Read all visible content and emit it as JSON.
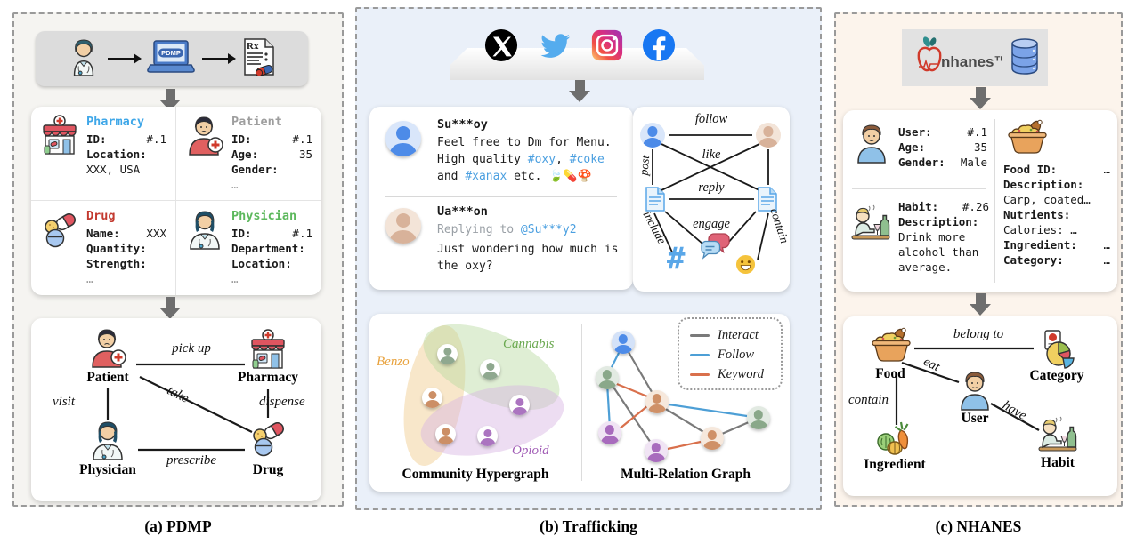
{
  "colors": {
    "panel_a_bg": "#f5f4f1",
    "panel_b_bg": "#eaf0f9",
    "panel_c_bg": "#fcf4ec",
    "pharmacy_title": "#3fa7e8",
    "patient_title": "#9e9e9e",
    "drug_title": "#c3392f",
    "physician_title": "#5cb85c",
    "hashtag_blue": "#4a9fe0",
    "benzo": "#e8a23d",
    "cannabis": "#6aa84f",
    "opioid": "#a05bb5",
    "interact": "#7a7a7a",
    "follow": "#4d9fd6",
    "keyword": "#d9704c"
  },
  "captions": {
    "a": "(a) PDMP",
    "b": "(b) Trafficking",
    "c": "(c) NHANES"
  },
  "panel_a": {
    "pipeline": {
      "icons": [
        "doctor-icon",
        "arrow-right-icon",
        "pdmp-laptop-icon",
        "arrow-right-icon",
        "prescription-icon"
      ],
      "laptop_label": "PDMP",
      "rx_label": "Rx"
    },
    "entities": [
      {
        "title": "Pharmacy",
        "color": "#3fa7e8",
        "icon": "pharmacy-icon",
        "rows": [
          {
            "k": "ID:",
            "v": "#.1"
          },
          {
            "k": "Location:",
            "v": ""
          },
          {
            "k": "",
            "v": "XXX, USA"
          }
        ]
      },
      {
        "title": "Patient",
        "color": "#9e9e9e",
        "icon": "patient-icon",
        "rows": [
          {
            "k": "ID:",
            "v": "#.1"
          },
          {
            "k": "Age:",
            "v": "35"
          },
          {
            "k": "Gender:",
            "v": ""
          },
          {
            "k": "",
            "v": "…"
          }
        ]
      },
      {
        "title": "Drug",
        "color": "#c3392f",
        "icon": "drug-icon",
        "rows": [
          {
            "k": "Name:",
            "v": "XXX"
          },
          {
            "k": "Quantity:",
            "v": ""
          },
          {
            "k": "Strength:",
            "v": ""
          },
          {
            "k": "",
            "v": "…"
          }
        ]
      },
      {
        "title": "Physician",
        "color": "#5cb85c",
        "icon": "physician-icon",
        "rows": [
          {
            "k": "ID:",
            "v": "#.1"
          },
          {
            "k": "Department:",
            "v": ""
          },
          {
            "k": "Location:",
            "v": ""
          },
          {
            "k": "",
            "v": "…"
          }
        ]
      }
    ],
    "graph": {
      "nodes": [
        {
          "label": "Patient"
        },
        {
          "label": "Pharmacy"
        },
        {
          "label": "Physician"
        },
        {
          "label": "Drug"
        }
      ],
      "edges": [
        {
          "label": "pick up"
        },
        {
          "label": "take"
        },
        {
          "label": "visit"
        },
        {
          "label": "dispense"
        },
        {
          "label": "prescribe"
        }
      ]
    }
  },
  "panel_b": {
    "platform_icons": [
      "x-icon",
      "twitter-icon",
      "instagram-icon",
      "facebook-icon"
    ],
    "posts": [
      {
        "username": "Su***oy",
        "text": {
          "p1": "Feel free to Dm for Menu. High quality ",
          "t1": "#oxy",
          "p2": ", ",
          "t2": "#coke",
          "p3": " and ",
          "t3": "#xanax",
          "p4": " etc. ",
          "emoji": "🍃💊🍄"
        }
      },
      {
        "username": "Ua***on",
        "reply_prefix": "Replying to ",
        "reply_handle": "@Su***y2",
        "body": "Just wondering how much is the oxy?"
      }
    ],
    "relation_graph": {
      "icons": [
        "user-avatar-blue",
        "user-avatar-tan",
        "document-icon",
        "document-icon",
        "hashtag-icon",
        "chat-bubbles-icon",
        "smiley-icon"
      ],
      "edge_labels": {
        "follow": "follow",
        "like": "like",
        "reply": "reply",
        "post": "post",
        "include": "include",
        "engage": "engage",
        "contain": "contain"
      }
    },
    "hypergraph": {
      "title": "Community Hypergraph",
      "communities": [
        {
          "label": "Benzo",
          "color": "#e8a23d"
        },
        {
          "label": "Cannabis",
          "color": "#6aa84f"
        },
        {
          "label": "Opioid",
          "color": "#a05bb5"
        }
      ]
    },
    "multi_relation": {
      "title": "Multi-Relation Graph",
      "legend": [
        {
          "label": "Interact",
          "color": "#7a7a7a"
        },
        {
          "label": "Follow",
          "color": "#4d9fd6"
        },
        {
          "label": "Keyword",
          "color": "#d9704c"
        }
      ]
    }
  },
  "panel_c": {
    "logo_text": "nhanes™",
    "logo_icons": [
      "nhanes-logo",
      "database-icon"
    ],
    "user": {
      "icon": "user-boy-icon",
      "rows": [
        {
          "k": "User:",
          "v": "#.1"
        },
        {
          "k": "Age:",
          "v": "35"
        },
        {
          "k": "Gender:",
          "v": "Male"
        }
      ]
    },
    "habit": {
      "icon": "habit-icon",
      "rows": [
        {
          "k": "Habit:",
          "v": "#.26"
        },
        {
          "k": "Description:",
          "v": ""
        },
        {
          "k": "",
          "v": "Drink more"
        },
        {
          "k": "",
          "v": "alcohol than"
        },
        {
          "k": "",
          "v": "average."
        }
      ]
    },
    "food": {
      "icon": "food-bowl-icon",
      "rows": [
        {
          "k": "Food ID:",
          "v": "…"
        },
        {
          "k": "Description:",
          "v": ""
        },
        {
          "k": "",
          "v": "Carp, coated…"
        },
        {
          "k": "Nutrients:",
          "v": ""
        },
        {
          "k": "",
          "v": "Calories: …"
        },
        {
          "k": "Ingredient:",
          "v": "…"
        },
        {
          "k": "Category:",
          "v": "…"
        }
      ]
    },
    "graph": {
      "nodes": [
        {
          "label": "Food"
        },
        {
          "label": "Category"
        },
        {
          "label": "User"
        },
        {
          "label": "Ingredient"
        },
        {
          "label": "Habit"
        }
      ],
      "edges": [
        {
          "label": "belong to"
        },
        {
          "label": "eat"
        },
        {
          "label": "contain"
        },
        {
          "label": "have"
        }
      ]
    }
  }
}
